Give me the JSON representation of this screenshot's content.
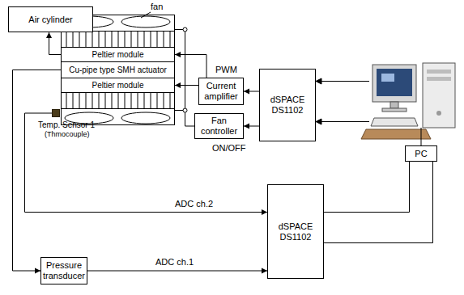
{
  "diagram": {
    "nodes": [
      {
        "text": [
          "Air cylinder"
        ]
      },
      {
        "text": [
          "Peltier module"
        ]
      },
      {
        "text": [
          "Cu-pipe type SMH actuator"
        ]
      },
      {
        "text": [
          "Peltier module"
        ]
      },
      {
        "text": [
          "Current amplifier"
        ]
      },
      {
        "text": [
          "dSPACE DS1102"
        ]
      },
      {
        "text": [
          "Fan controller"
        ]
      },
      {
        "text": [
          "Temp. Sensor 1",
          "(Thmocouple)"
        ]
      },
      {
        "text": [
          "PC"
        ]
      },
      {
        "text": [
          "dSPACE DS1102"
        ]
      },
      {
        "text": [
          "Pressure transducer"
        ]
      }
    ],
    "edges": [
      {
        "from": 1,
        "to": 0,
        "arrow": "to"
      },
      {
        "from": 2,
        "to": 10,
        "arrow": "to"
      },
      {
        "from": 4,
        "to": 1,
        "arrow": "to"
      },
      {
        "from": 4,
        "to": 3,
        "arrow": "to"
      },
      {
        "from": 5,
        "to": 4,
        "arrow": "to"
      },
      {
        "from": 5,
        "to": 6,
        "arrow": "to"
      },
      {
        "from": 7,
        "to": 9,
        "label": "ADC ch.2",
        "arrow": "to"
      },
      {
        "from": 10,
        "to": 9,
        "label": "ADC ch.1",
        "arrow": "to"
      },
      {
        "from": 9,
        "to": 8,
        "arrow": "none"
      },
      {
        "from": 9,
        "to": 8,
        "arrow": "none"
      }
    ],
    "labels": [
      "fan",
      "PWM",
      "ON/OFF"
    ]
  }
}
